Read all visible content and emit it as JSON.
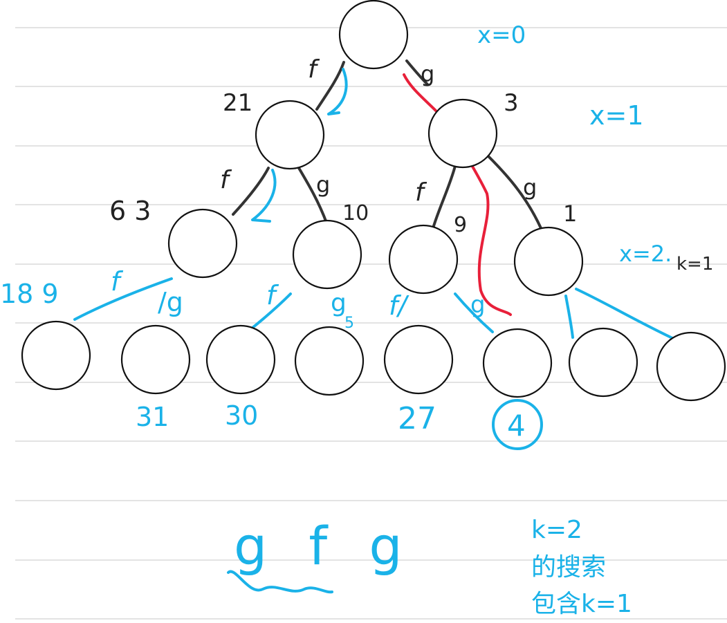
{
  "colors": {
    "ink_black": "#222222",
    "ink_blue": "#1ab2e8",
    "ink_red": "#e8203a",
    "ruled_line": "#d2d2d2"
  },
  "level_notes": {
    "x0": "x=0",
    "x1": "x=1",
    "x2": "x=2.",
    "k1": "k=1"
  },
  "edge_labels": {
    "root_left": "f",
    "root_right": "g",
    "l1_left_f": "f",
    "l1_left_g": "g",
    "l1_right_f": "f",
    "l1_right_g": "g",
    "l2_a_f": "f",
    "l2_a_g": "/g",
    "l2_b_f": "f",
    "l2_b_g": "g",
    "l2_c_f": "f/",
    "l2_c_g": "g",
    "l2_d_f": "/"
  },
  "node_values": {
    "l1_left": "21",
    "l1_right": "3",
    "l2_a": "6 3",
    "l2_b": "10",
    "l2_c": "9",
    "l2_d": "1",
    "side_left": "18 9",
    "side_b_sub": "5"
  },
  "leaf_values": {
    "leaf_b": "31",
    "leaf_c": "30",
    "leaf_e": "27",
    "leaf_f": "4"
  },
  "answer": {
    "sequence": "g f g"
  },
  "note": {
    "line1": "k=2",
    "line2": "的搜索",
    "line3": "包含k=1"
  }
}
